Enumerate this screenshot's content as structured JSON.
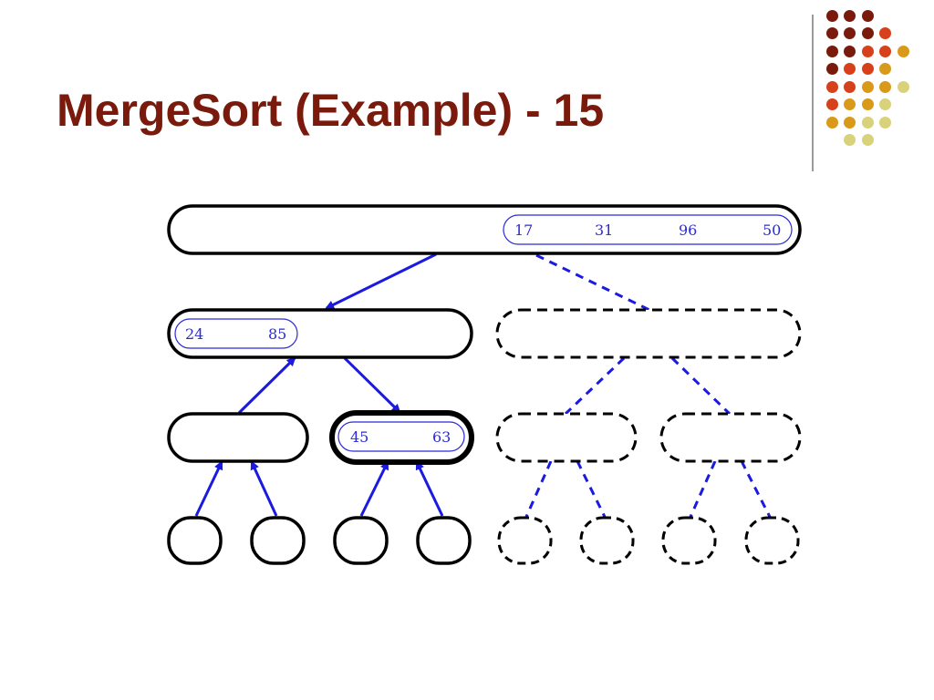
{
  "slide": {
    "title": "MergeSort (Example) - 15"
  },
  "colors": {
    "title": "#7a1a0c",
    "arrow": "#1a1ae0",
    "number_text": "#2b2bd6",
    "node_outline": "#000000",
    "dot_palette": [
      "#7a1a0c",
      "#d6401a",
      "#d99a1a",
      "#d8d27a"
    ]
  },
  "decoration": {
    "dot_rows": [
      [
        "#7a1a0c",
        "#7a1a0c",
        "#7a1a0c"
      ],
      [
        "#7a1a0c",
        "#7a1a0c",
        "#7a1a0c",
        "#d6401a"
      ],
      [
        "#7a1a0c",
        "#7a1a0c",
        "#d6401a",
        "#d6401a",
        "#d99a1a"
      ],
      [
        "#7a1a0c",
        "#d6401a",
        "#d6401a",
        "#d99a1a"
      ],
      [
        "#d6401a",
        "#d6401a",
        "#d99a1a",
        "#d99a1a",
        "#d8d27a"
      ],
      [
        "#d6401a",
        "#d99a1a",
        "#d99a1a",
        "#d8d27a"
      ],
      [
        "#d99a1a",
        "#d99a1a",
        "#d8d27a",
        "#d8d27a"
      ],
      [
        "#d8d27a",
        "#d8d27a"
      ]
    ]
  },
  "tree": {
    "root": {
      "values": [
        "17",
        "31",
        "96",
        "50"
      ],
      "style": "solid"
    },
    "level1": [
      {
        "values": [
          "24",
          "85"
        ],
        "style": "solid"
      },
      {
        "values": [],
        "style": "dashed"
      }
    ],
    "level2": [
      {
        "values": [],
        "style": "solid"
      },
      {
        "values": [
          "45",
          "63"
        ],
        "style": "bold"
      },
      {
        "values": [],
        "style": "dashed"
      },
      {
        "values": [],
        "style": "dashed"
      }
    ],
    "level3": [
      {
        "style": "solid"
      },
      {
        "style": "solid"
      },
      {
        "style": "solid"
      },
      {
        "style": "solid"
      },
      {
        "style": "dashed"
      },
      {
        "style": "dashed"
      },
      {
        "style": "dashed"
      },
      {
        "style": "dashed"
      }
    ]
  }
}
